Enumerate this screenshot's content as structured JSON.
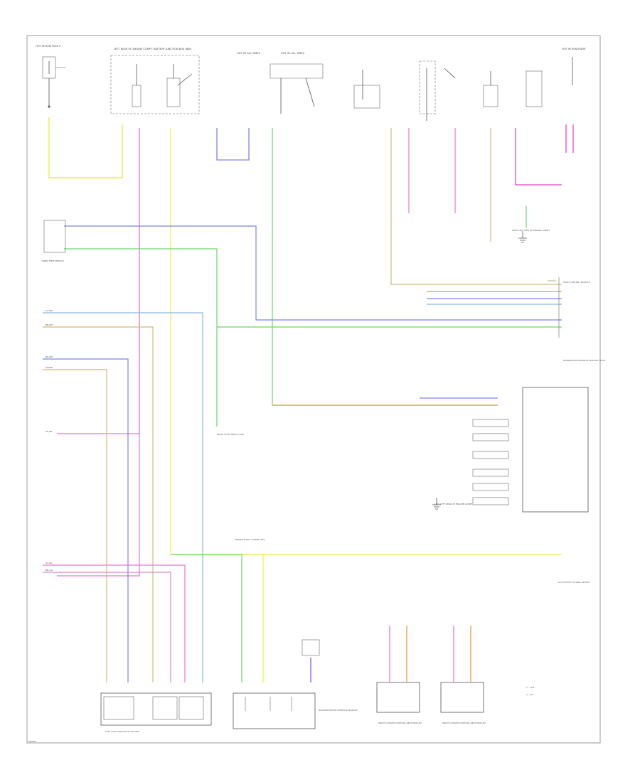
{
  "diagram": {
    "footer_code": "W0A8A",
    "legend": {
      "item_a": "1 - 1T/4",
      "item_b": "2 - 2/4"
    },
    "top_labels": {
      "top_left": "HOT IN RUN\nFUSE 5",
      "left_junction": "LEFT REAR OF ENGINE COMPT.\nBATTERY JUNCTION BOX (BJB)",
      "center_a": "HOT AT\nALL TIMES",
      "center_b": "HOT AT\nALL TIMES",
      "top_right": "HOT IN\nRUN/START"
    },
    "left_side_labels": [
      "GY-WH",
      "BN-WH",
      "BU-WH",
      "GN-BN",
      "VT-GN",
      "GY-OG",
      "BN-OG"
    ],
    "center_notes": {
      "splice_a": "SOLID STATE\nRELAY (VIA)",
      "ground_left": "G200\nLEFT SIDE OF\nENGINE COMPT",
      "ground_right": "G103\nLEFT REAR\nOF ENGINE\nCOMPT",
      "hvac": "HVAC CONTROL\nMODULE",
      "pcm": "POWERTRAIN\nCONTROL\nMODULE (PCM)",
      "sensor": "A/C CLUTCH\nCYCLING\nSWITCH",
      "actuator_box": "CENTER DASH,\nLOWER LEFT",
      "cabin_temp": "CABIN TEMP\nSENSOR"
    },
    "bottom_labels": {
      "left_module": "LEFT HVAC MODULE ACTUATOR",
      "center_module": "BLOWER MOTOR\nCONTROL\nMODULE",
      "right_a": "RIGHT CLIMATE\nCONTROL SEAT\nMODULE",
      "right_b": "RIGHT CLIMATE\nCONTROL SEAT\nMODULE"
    },
    "wire_colors": {
      "yellow": "#f2ec3a",
      "pink": "#f070d8",
      "blue": "#7a82f0",
      "green": "#6cd46c",
      "lightblue": "#86b8e4",
      "tan": "#d8b878",
      "orange": "#e89a4a",
      "gray": "#b0b0b0",
      "magenta": "#e040c0",
      "darkgray": "#707070"
    }
  }
}
